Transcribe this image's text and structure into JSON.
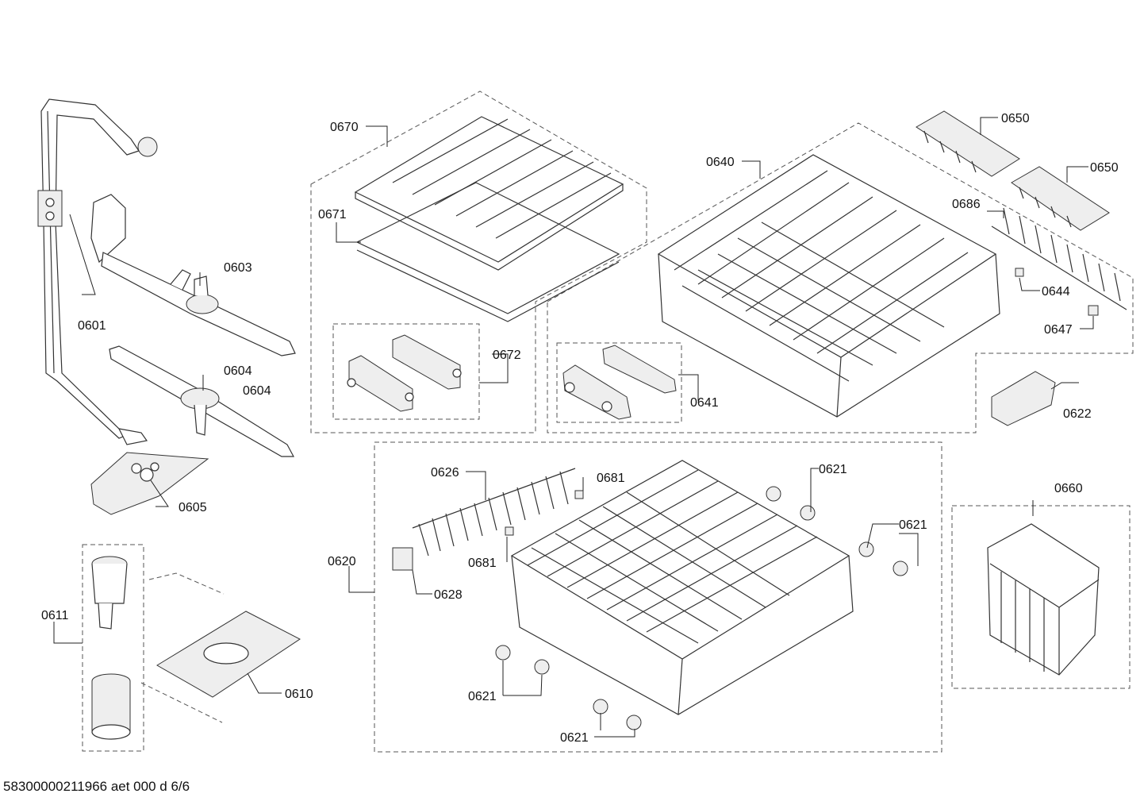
{
  "diagram": {
    "labels": {
      "l0601": "0601",
      "l0603": "0603",
      "l0604a": "0604",
      "l0604b": "0604",
      "l0605": "0605",
      "l0610": "0610",
      "l0611": "0611",
      "l0620": "0620",
      "l0621a": "0621",
      "l0621b": "0621",
      "l0621c": "0621",
      "l0621d": "0621",
      "l0622": "0622",
      "l0626": "0626",
      "l0628": "0628",
      "l0640": "0640",
      "l0641": "0641",
      "l0644": "0644",
      "l0647": "0647",
      "l0650a": "0650",
      "l0650b": "0650",
      "l0660": "0660",
      "l0670": "0670",
      "l0671": "0671",
      "l0672": "0672",
      "l0681a": "0681",
      "l0681b": "0681",
      "l0686": "0686"
    }
  },
  "footer": {
    "text": "58300000211966 aet 000 d 6/6"
  }
}
